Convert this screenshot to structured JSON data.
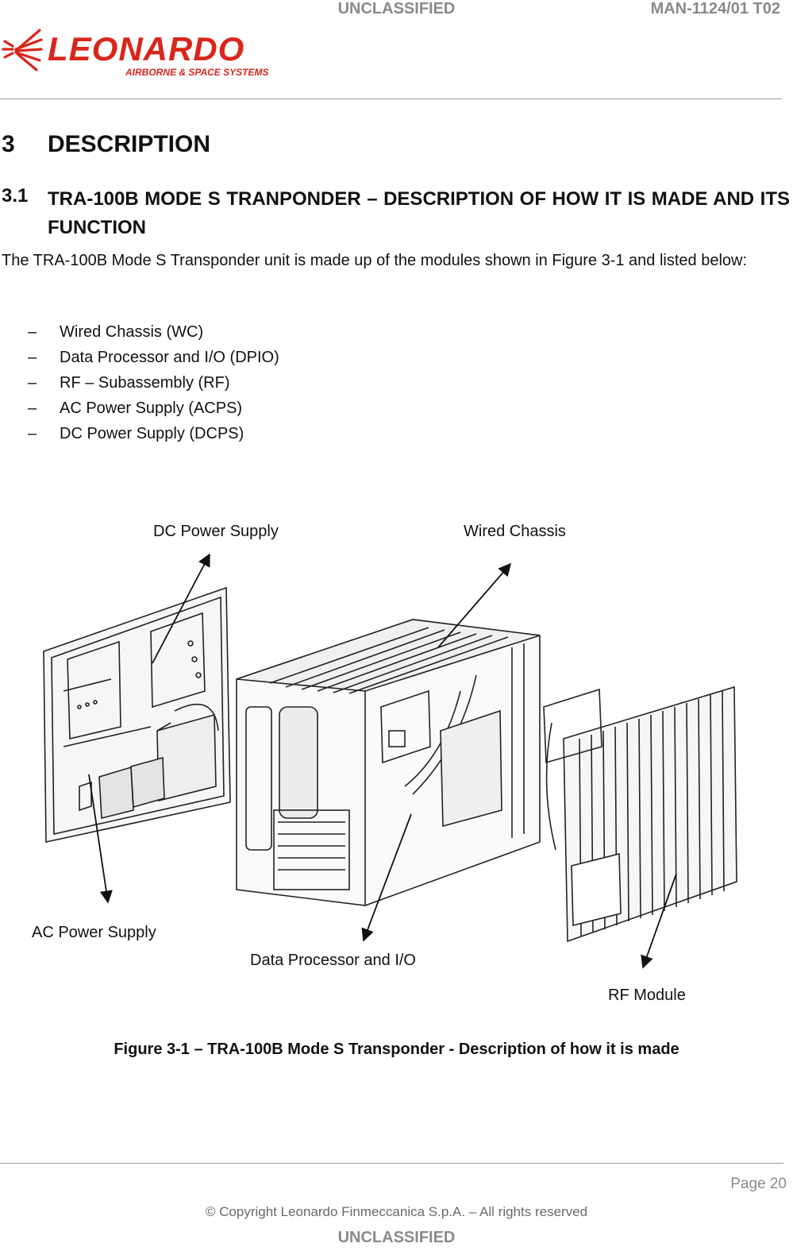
{
  "header": {
    "classification": "UNCLASSIFIED",
    "doc_id": "MAN-1124/01 T02",
    "logo_name": "LEONARDO",
    "logo_sub": "AIRBORNE & SPACE SYSTEMS",
    "logo_color": "#d9261c"
  },
  "section": {
    "number": "3",
    "title": "DESCRIPTION"
  },
  "subsection": {
    "number": "3.1",
    "title": "TRA-100B MODE S TRANPONDER – DESCRIPTION OF HOW IT IS MADE AND ITS FUNCTION"
  },
  "intro": "The TRA-100B Mode S Transponder unit is made up of the modules shown in Figure 3-1 and listed below:",
  "modules": [
    {
      "dash": "–",
      "label": "Wired Chassis (WC)"
    },
    {
      "dash": "–",
      "label": "Data Processor and I/O (DPIO)"
    },
    {
      "dash": "–",
      "label": "RF – Subassembly (RF)"
    },
    {
      "dash": "–",
      "label": "AC Power Supply (ACPS)"
    },
    {
      "dash": "–",
      "label": "DC Power Supply (DCPS)"
    }
  ],
  "figure": {
    "labels": {
      "dc_power_supply": "DC Power Supply",
      "wired_chassis": "Wired Chassis",
      "ac_power_supply": "AC Power Supply",
      "data_processor": "Data Processor and I/O",
      "rf_module": "RF Module"
    },
    "caption": "Figure 3-1 – TRA-100B Mode S Transponder - Description of how it is made"
  },
  "footer": {
    "page": "Page 20",
    "copyright": "© Copyright Leonardo Finmeccanica S.p.A.  – All rights reserved",
    "classification": "UNCLASSIFIED"
  }
}
